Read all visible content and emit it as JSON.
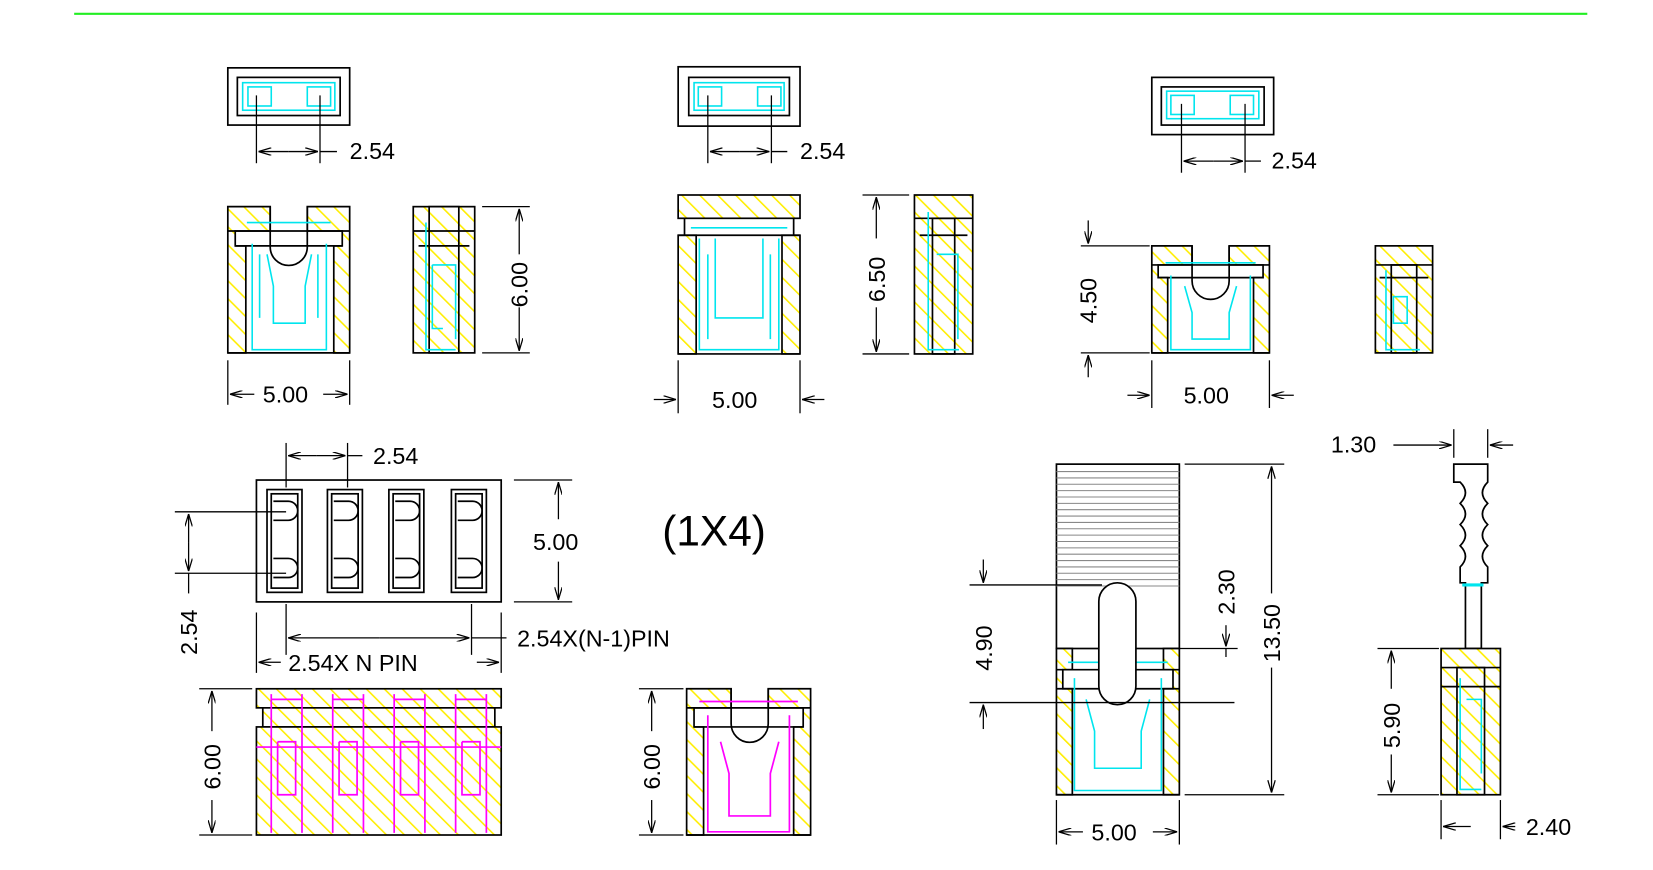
{
  "colors": {
    "border_line": "#22ee22",
    "outline": "#000000",
    "contact_cyan": "#00e5ee",
    "contact_magenta": "#ff00ff",
    "hatch": "#ffee00",
    "handle": "#d8d8d8"
  },
  "views": {
    "jumper_a": {
      "pitch": "2.54",
      "width": "5.00",
      "height": "6.00"
    },
    "jumper_b": {
      "pitch": "2.54",
      "width": "5.00",
      "height": "6.50"
    },
    "jumper_c": {
      "pitch": "2.54",
      "width": "5.00",
      "height": "4.50"
    },
    "header_1x4": {
      "pitch_top": "2.54",
      "row_pitch": "2.54",
      "depth": "5.00",
      "span_label": "2.54X(N-1)PIN",
      "total_label": "2.54X N PIN",
      "title": "(1X4)"
    },
    "header_front": {
      "height": "6.00"
    },
    "header_single": {
      "height": "6.00"
    },
    "handle_jumper": {
      "slot": "4.90",
      "offset": "2.30",
      "total_height": "13.50",
      "width": "5.00"
    },
    "handle_side": {
      "tip": "1.30",
      "body_height": "5.90",
      "body_width": "2.40"
    }
  }
}
